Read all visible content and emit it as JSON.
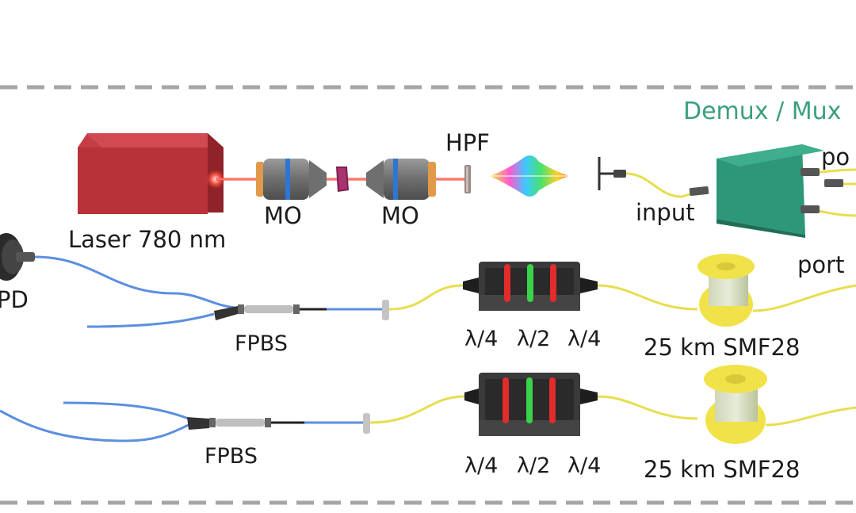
{
  "labels": {
    "demux_mux": "Demux / Mux",
    "laser": "Laser 780 nm",
    "mo_left": "MO",
    "mo_right": "MO",
    "hpf": "HPF",
    "input": "input",
    "port_top": "po",
    "port_bottom": "port",
    "pd": "PD",
    "fpbs_top": "FPBS",
    "fpbs_bottom": "FPBS",
    "quarter_wave": "λ/4",
    "half_wave": "λ/2",
    "fiber_top": "25 km SMF28",
    "fiber_bottom": "25 km SMF28"
  },
  "colors": {
    "laser_body": "#b8323a",
    "beam": "#ff3b2f",
    "objective": "#777777",
    "objective_ring": "#2f76d2",
    "demux": "#2f9779",
    "demux_label": "#3a9f80",
    "fiber_blue": "#5b8fe0",
    "fiber_yellow": "#e7de4f",
    "waveplate_red": "#e22b2b",
    "waveplate_green": "#39d24a",
    "spool_yellow": "#f1e24a",
    "border_dash": "#a6a6a6"
  },
  "icons": [
    "laser-box",
    "microscope-objective",
    "crystal",
    "filter-plate",
    "photodetector",
    "fiber-spool",
    "waveplate-mount",
    "fiber-splitter"
  ]
}
